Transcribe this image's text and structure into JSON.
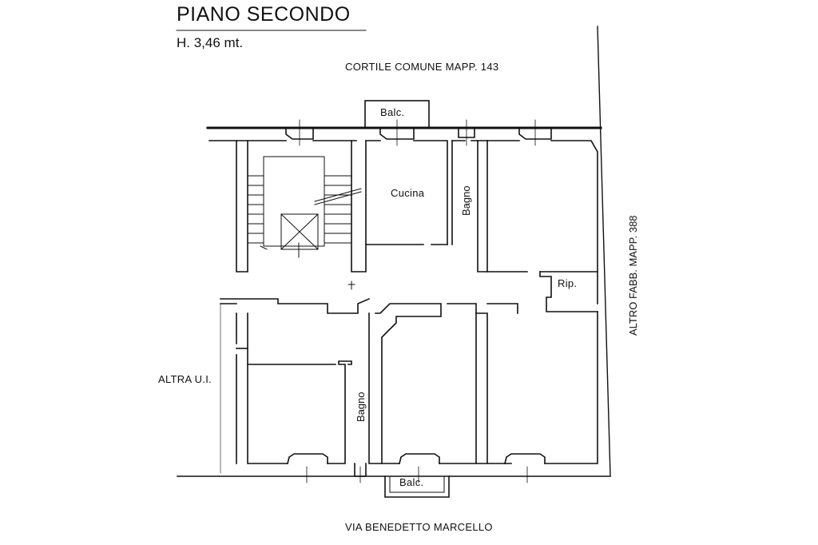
{
  "header": {
    "title": "PIANO SECONDO",
    "height_note": "H. 3,46 mt."
  },
  "labels": {
    "courtyard": "CORTILE COMUNE MAPP. 143",
    "street": "VIA BENEDETTO MARCELLO",
    "other_unit": "ALTRA U.I.",
    "other_building": "ALTRO FABB. MAPP. 388"
  },
  "rooms": {
    "kitchen": "Cucina",
    "bath_upper": "Bagno",
    "bath_lower": "Bagno",
    "storage": "Rip.",
    "balcony_top": "Balc.",
    "balcony_bottom": "Balc."
  }
}
